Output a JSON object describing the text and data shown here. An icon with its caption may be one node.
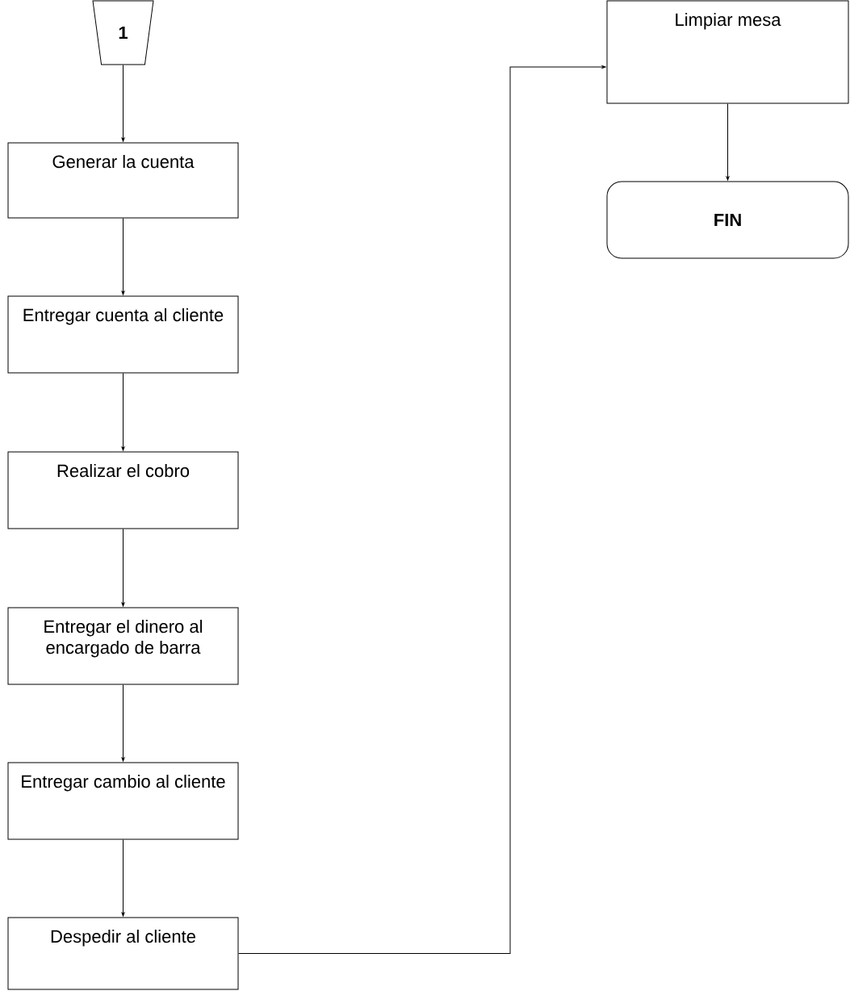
{
  "diagram": {
    "nodes": [
      {
        "text": [
          "1"
        ]
      },
      {
        "text": [
          "Generar la cuenta"
        ]
      },
      {
        "text": [
          "Entregar cuenta al cliente"
        ]
      },
      {
        "text": [
          "Realizar el cobro"
        ]
      },
      {
        "text": [
          "Entregar el dinero al encargado de barra"
        ]
      },
      {
        "text": [
          "Entregar cambio al cliente"
        ]
      },
      {
        "text": [
          "Despedir al cliente"
        ]
      },
      {
        "text": [
          "Limpiar mesa"
        ]
      },
      {
        "text": [
          "FIN"
        ]
      }
    ],
    "edges": [
      {
        "from": 0,
        "to": 1,
        "arrow": "to"
      },
      {
        "from": 1,
        "to": 2,
        "arrow": "to"
      },
      {
        "from": 2,
        "to": 3,
        "arrow": "to"
      },
      {
        "from": 3,
        "to": 4,
        "arrow": "to"
      },
      {
        "from": 4,
        "to": 5,
        "arrow": "to"
      },
      {
        "from": 5,
        "to": 6,
        "arrow": "to"
      },
      {
        "from": 6,
        "to": 7,
        "arrow": "to"
      },
      {
        "from": 7,
        "to": 8,
        "arrow": "to"
      }
    ]
  }
}
